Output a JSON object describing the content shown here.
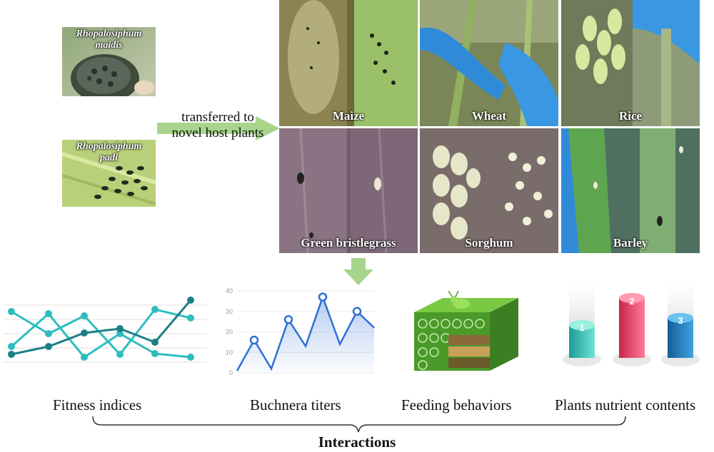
{
  "aphids": [
    {
      "label_line1": "Rhopalosiphum",
      "label_line2": "maidis"
    },
    {
      "label_line1": "Rhopalosiphum",
      "label_line2": "padi"
    }
  ],
  "transfer": {
    "line1": "transferred to",
    "line2": "novel host plants"
  },
  "host_plants": [
    "Maize",
    "Wheat",
    "Rice",
    "Green bristlegrass",
    "Sorghum",
    "Barley"
  ],
  "panels": {
    "fitness": "Fitness indices",
    "buchnera": "Buchnera titers",
    "feeding": "Feeding behaviors",
    "nutrients": "Plants nutrient contents"
  },
  "footer": "Interactions",
  "buchnera_chart": {
    "type": "line",
    "y_ticks": [
      "40",
      "30",
      "20",
      "10",
      "0"
    ],
    "x": [
      0,
      1,
      2,
      3,
      4,
      5,
      6,
      7,
      8
    ],
    "values": [
      1,
      16,
      2,
      26,
      13,
      37,
      14,
      30,
      22
    ],
    "ylim": [
      0,
      40
    ],
    "marked_points": [
      1,
      3,
      5,
      7
    ]
  },
  "podium_numbers": [
    "1",
    "2",
    "3"
  ],
  "colors": {
    "teal_dark": "#1c7f86",
    "teal_light": "#2ebdbd",
    "chart_blue": "#2f6fd6",
    "arrow_green": "#a9d48c",
    "podium_red": "#e8456a",
    "podium_blue": "#1e78b4"
  }
}
